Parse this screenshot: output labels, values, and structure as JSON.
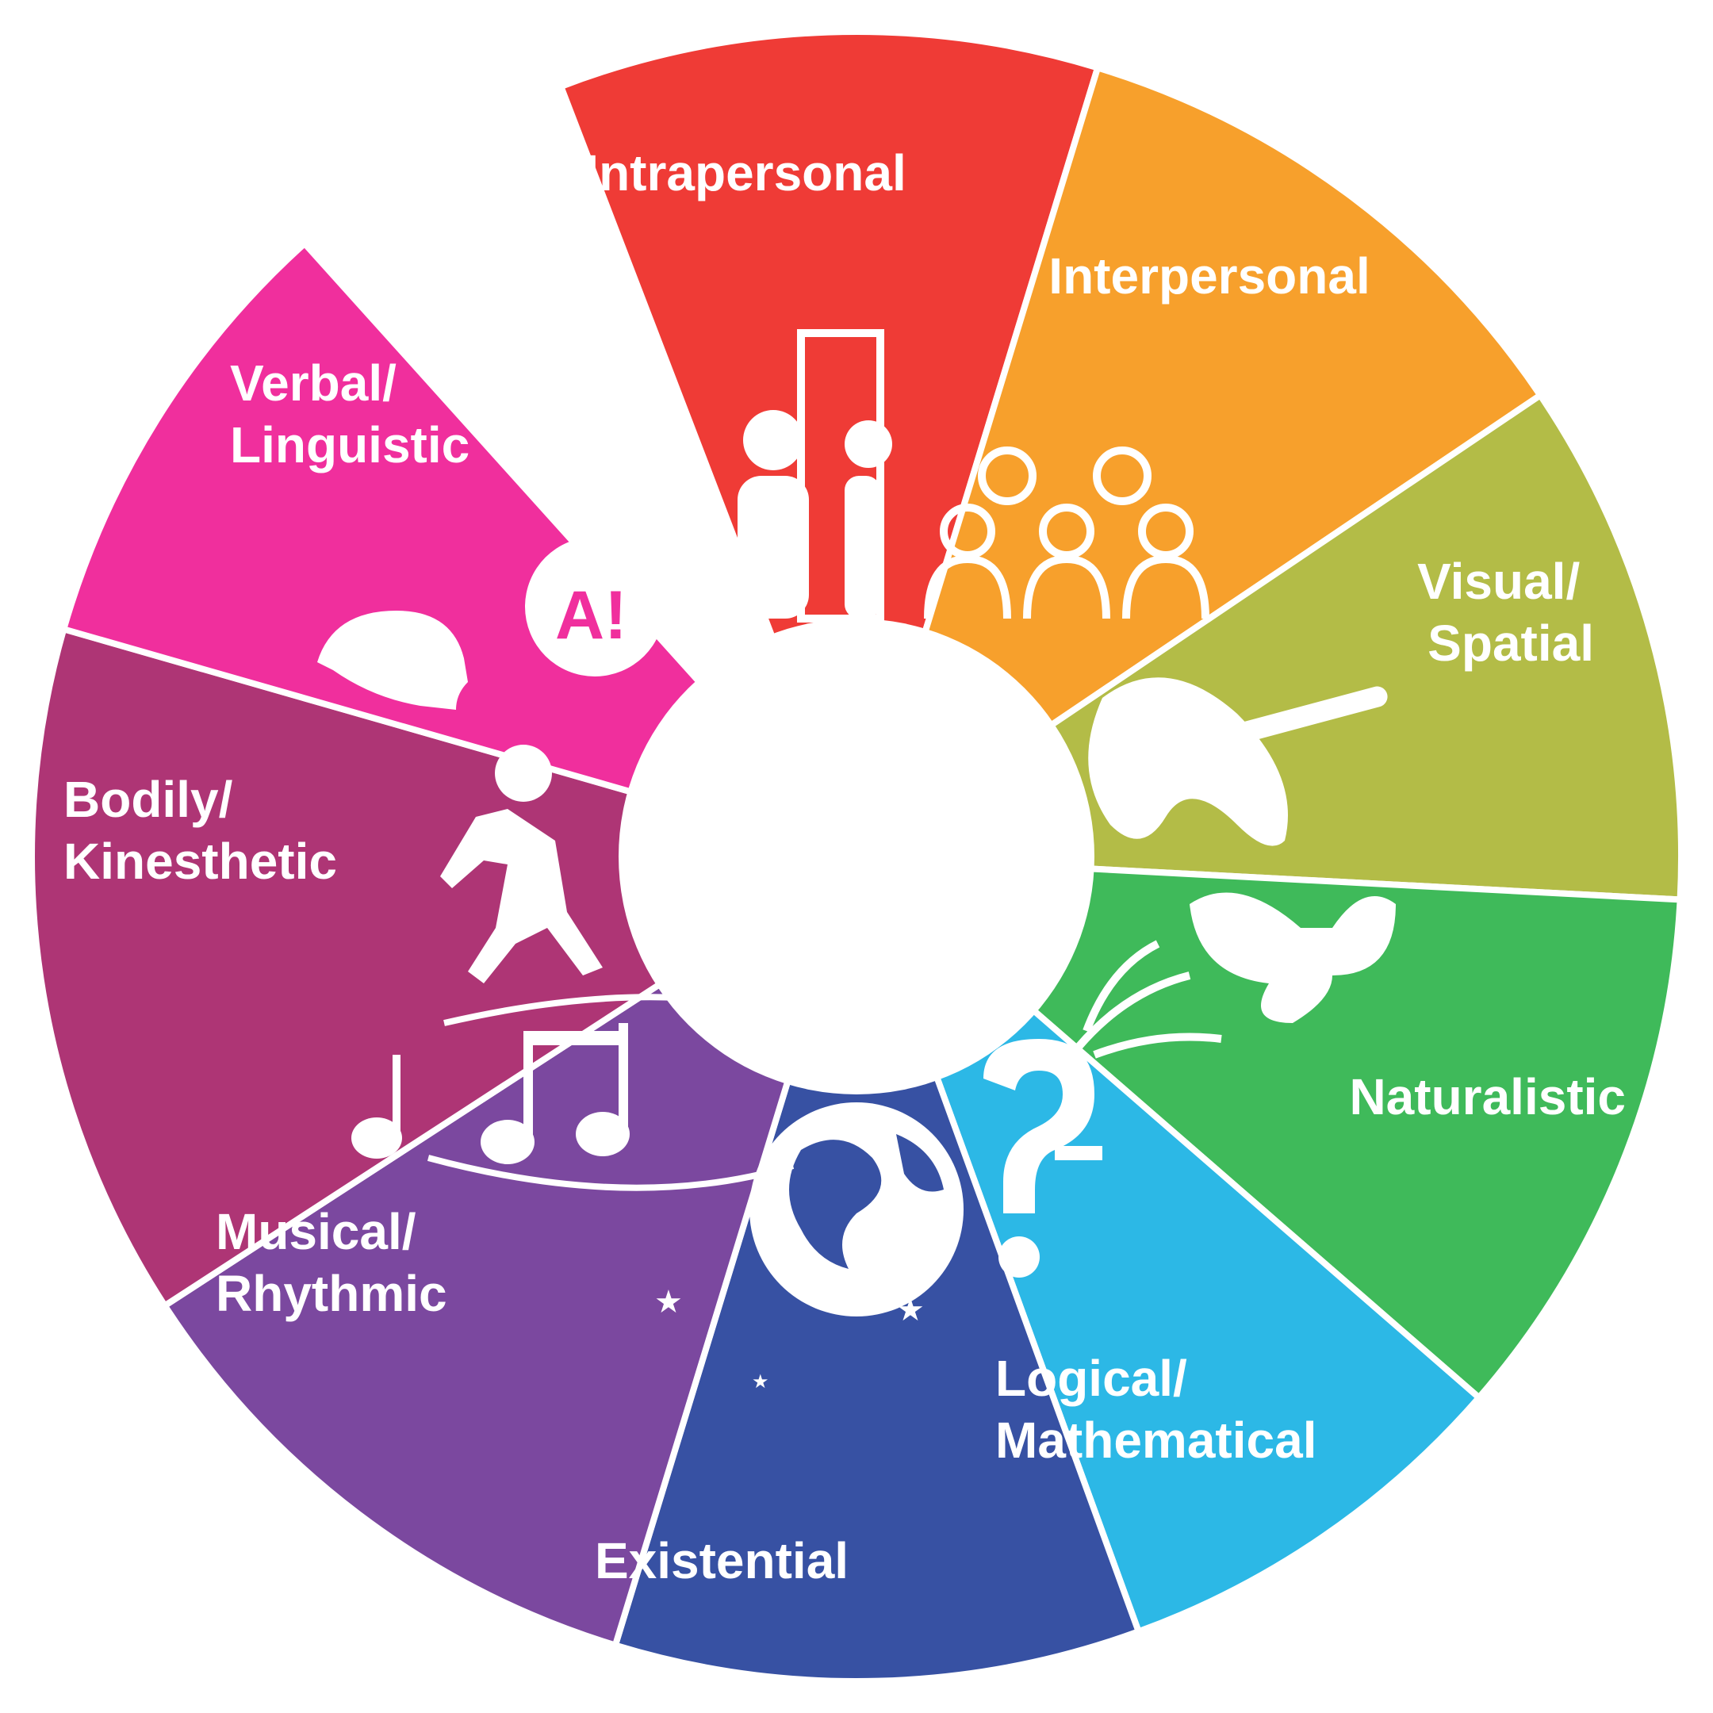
{
  "wheel": {
    "segments": [
      {
        "id": "intrapersonal",
        "lines": [
          "Intrapersonal"
        ],
        "color": "#EF3B36",
        "icon": "person-at-door-icon"
      },
      {
        "id": "interpersonal",
        "lines": [
          "Interpersonal"
        ],
        "color": "#F7A02C",
        "icon": "group-of-people-icon"
      },
      {
        "id": "visual",
        "lines": [
          "Visual/",
          "Spatial"
        ],
        "color": "#B3BC47",
        "icon": "paint-palette-icon"
      },
      {
        "id": "naturalistic",
        "lines": [
          "Naturalistic"
        ],
        "color": "#3FBA5A",
        "icon": "butterfly-and-grass-icon"
      },
      {
        "id": "logical",
        "lines": [
          "Logical/",
          "Mathematical"
        ],
        "color": "#2CB8E6",
        "icon": "math-question-mark-icon"
      },
      {
        "id": "existential",
        "lines": [
          "Existential"
        ],
        "color": "#3751A3",
        "icon": "globe-with-stars-icon"
      },
      {
        "id": "musical",
        "lines": [
          "Musical/",
          "Rhythmic"
        ],
        "color": "#7B489F",
        "icon": "music-notes-icon"
      },
      {
        "id": "bodily",
        "lines": [
          "Bodily/",
          "Kinesthetic"
        ],
        "color": "#AE3575",
        "icon": "running-person-icon"
      },
      {
        "id": "verbal",
        "lines": [
          "Verbal/",
          "Linguistic"
        ],
        "color": "#F02F9D",
        "icon": "speaking-head-icon"
      }
    ],
    "center_color": "#ffffff",
    "divider_color": "#ffffff"
  }
}
